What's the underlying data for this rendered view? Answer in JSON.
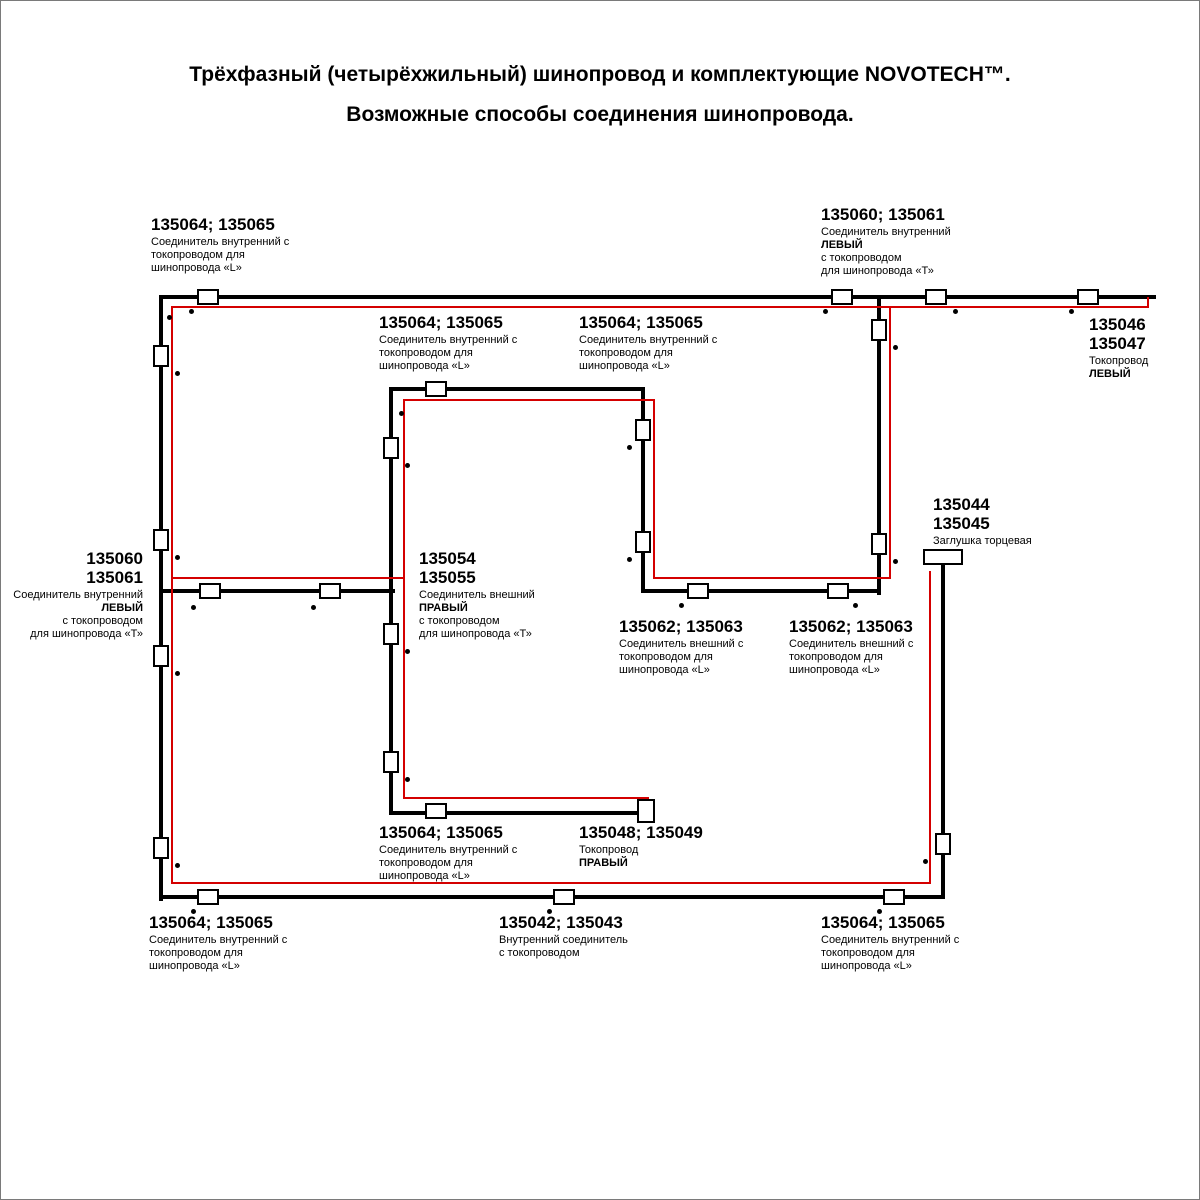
{
  "title": {
    "line1": "Трёхфазный (четырёхжильный) шинопровод и комплектующие NOVOTECH™.",
    "line2": "Возможные способы соединения шинопровода."
  },
  "colors": {
    "track": "#000000",
    "wire": "#d40000"
  },
  "labels": {
    "top_left_L": {
      "code": "135064; 135065",
      "lines": [
        "Соединитель внутренний с",
        "токопроводом для",
        "шинопровода «L»"
      ]
    },
    "top_mid_L1": {
      "code": "135064; 135065",
      "lines": [
        "Соединитель внутренний с",
        "токопроводом для",
        "шинопровода «L»"
      ]
    },
    "top_mid_L2": {
      "code": "135064; 135065",
      "lines": [
        "Соединитель внутренний с",
        "токопроводом для",
        "шинопровода «L»"
      ]
    },
    "top_T_left": {
      "code": "135060; 135061",
      "lines": [
        "Соединитель внутренний",
        "ЛЕВЫЙ",
        "с токопроводом",
        "для шинопровода «Т»"
      ]
    },
    "feed_left": {
      "code1": "135046",
      "code2": "135047",
      "lines": [
        "Токопровод",
        "ЛЕВЫЙ"
      ]
    },
    "end_cap": {
      "code1": "135044",
      "code2": "135045",
      "lines": [
        "Заглушка торцевая"
      ]
    },
    "left_T_left": {
      "code1": "135060",
      "code2": "135061",
      "lines": [
        "Соединитель внутренний",
        "ЛЕВЫЙ",
        "с токопроводом",
        "для шинопровода «Т»"
      ]
    },
    "right_T_outer": {
      "code1": "135054",
      "code2": "135055",
      "lines": [
        "Соединитель внешний",
        "ПРАВЫЙ",
        "с токопроводом",
        "для шинопровода «Т»"
      ]
    },
    "outer_L1": {
      "code": "135062; 135063",
      "lines": [
        "Соединитель внешний с",
        "токопроводом для",
        "шинопровода «L»"
      ]
    },
    "outer_L2": {
      "code": "135062; 135063",
      "lines": [
        "Соединитель внешний с",
        "токопроводом для",
        "шинопровода «L»"
      ]
    },
    "bottom_mid_L": {
      "code": "135064; 135065",
      "lines": [
        "Соединитель внутренний с",
        "токопроводом для",
        "шинопровода «L»"
      ]
    },
    "feed_right": {
      "code": "135048; 135049",
      "lines": [
        "Токопровод",
        "ПРАВЫЙ"
      ]
    },
    "bottom_left_L": {
      "code": "135064; 135065",
      "lines": [
        "Соединитель внутренний с",
        "токопроводом для",
        "шинопровода «L»"
      ]
    },
    "bottom_center_inner": {
      "code": "135042; 135043",
      "lines": [
        "Внутренний соединитель",
        "с токопроводом"
      ]
    },
    "bottom_right_L": {
      "code": "135064; 135065",
      "lines": [
        "Соединитель внутренний с",
        "токопроводом для",
        "шинопровода «L»"
      ]
    }
  }
}
